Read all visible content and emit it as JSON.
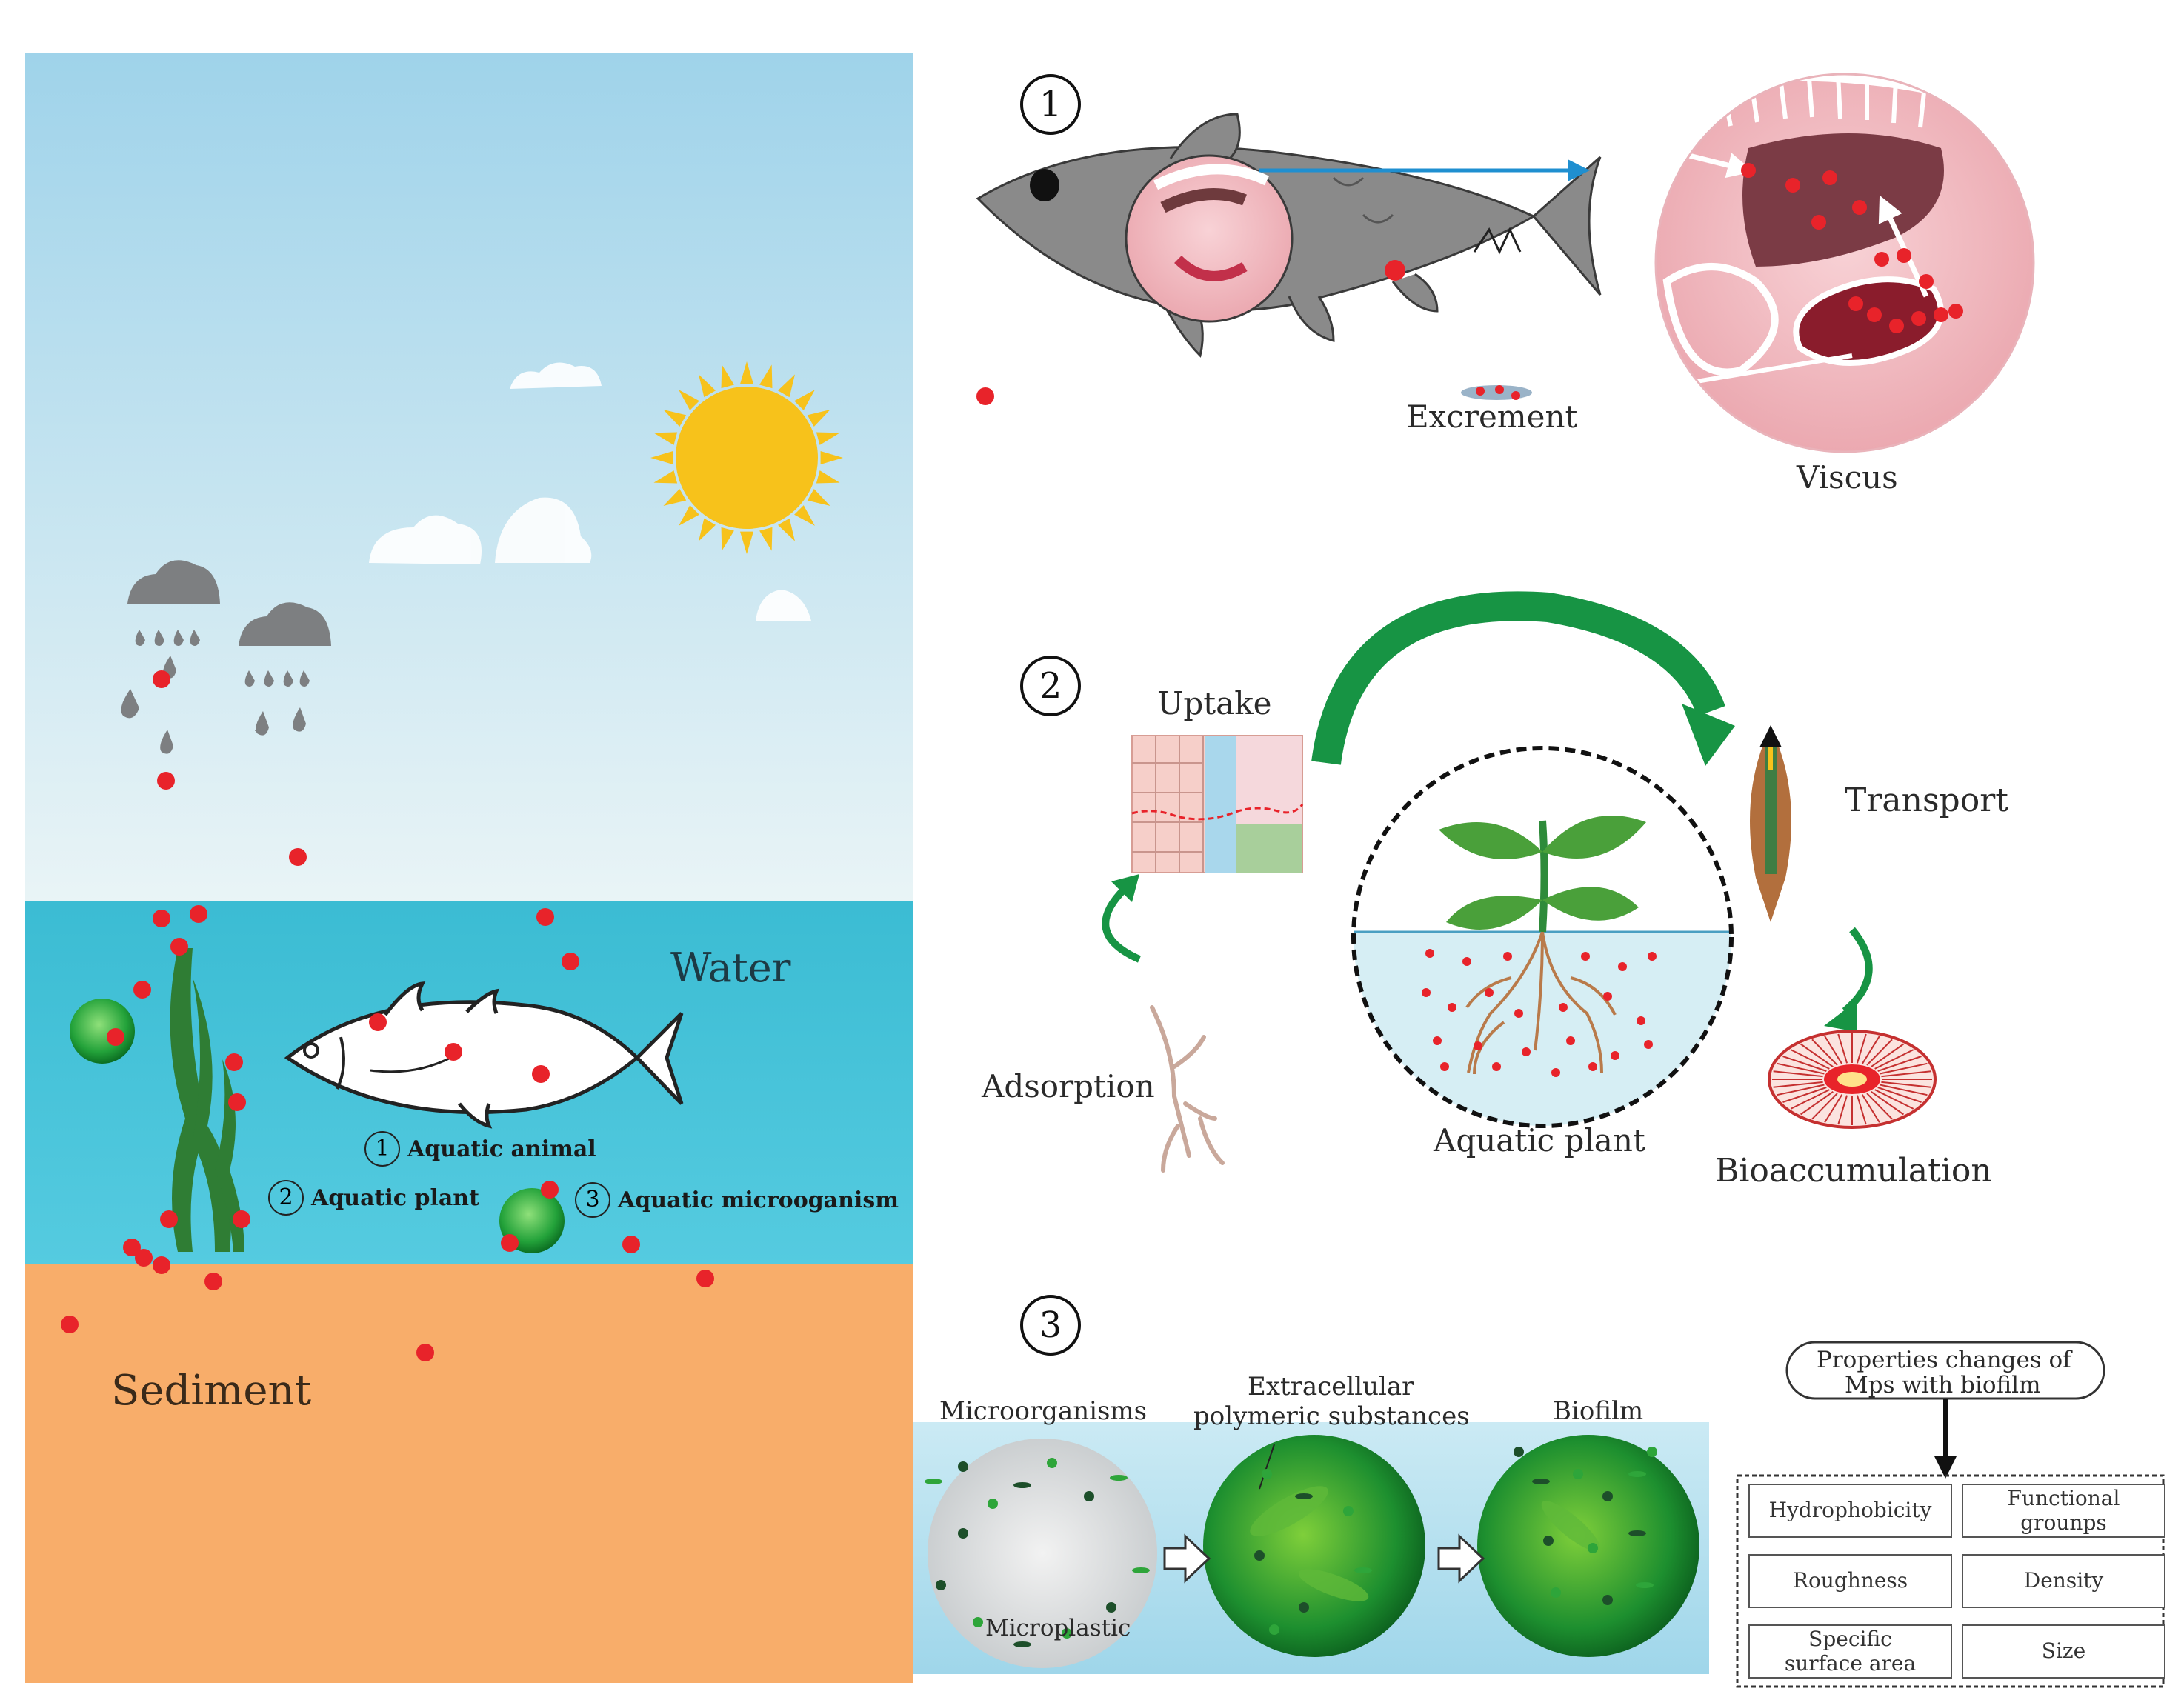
{
  "left_panel": {
    "water_label": "Water",
    "sediment_label": "Sediment",
    "legend": [
      {
        "num": "1",
        "text": "Aquatic animal"
      },
      {
        "num": "2",
        "text": "Aquatic plant"
      },
      {
        "num": "3",
        "text": "Aquatic microoganism"
      }
    ]
  },
  "panel1": {
    "num": "1",
    "excrement_label": "Excrement",
    "viscus_label": "Viscus"
  },
  "panel2": {
    "num": "2",
    "uptake_label": "Uptake",
    "transport_label": "Transport",
    "adsorption_label": "Adsorption",
    "aquatic_plant_label": "Aquatic plant",
    "bioaccumulation_label": "Bioaccumulation"
  },
  "panel3": {
    "num": "3",
    "microorganisms_label": "Microorganisms",
    "eps_label_line1": "Extracellular",
    "eps_label_line2": "polymeric substances",
    "biofilm_label": "Biofilm",
    "microplastic_label": "Microplastic",
    "properties_title_line1": "Properties changes of",
    "properties_title_line2": "Mps with biofilm",
    "properties": [
      [
        "Hydrophobicity"
      ],
      [
        "Functional",
        "grounps"
      ],
      [
        "Roughness"
      ],
      [
        "Density"
      ],
      [
        "Specific",
        "surface area"
      ],
      [
        "Size"
      ]
    ]
  },
  "colors": {
    "microplastic": "#e8232a",
    "sky_top": "#9fd3ea",
    "water": "#45c2d8",
    "sediment": "#f8ad6a",
    "sun": "#f7c21b",
    "plant_green": "#2e8b3a",
    "arrow_blue": "#1f8fd0",
    "arrow_green": "#179444"
  }
}
